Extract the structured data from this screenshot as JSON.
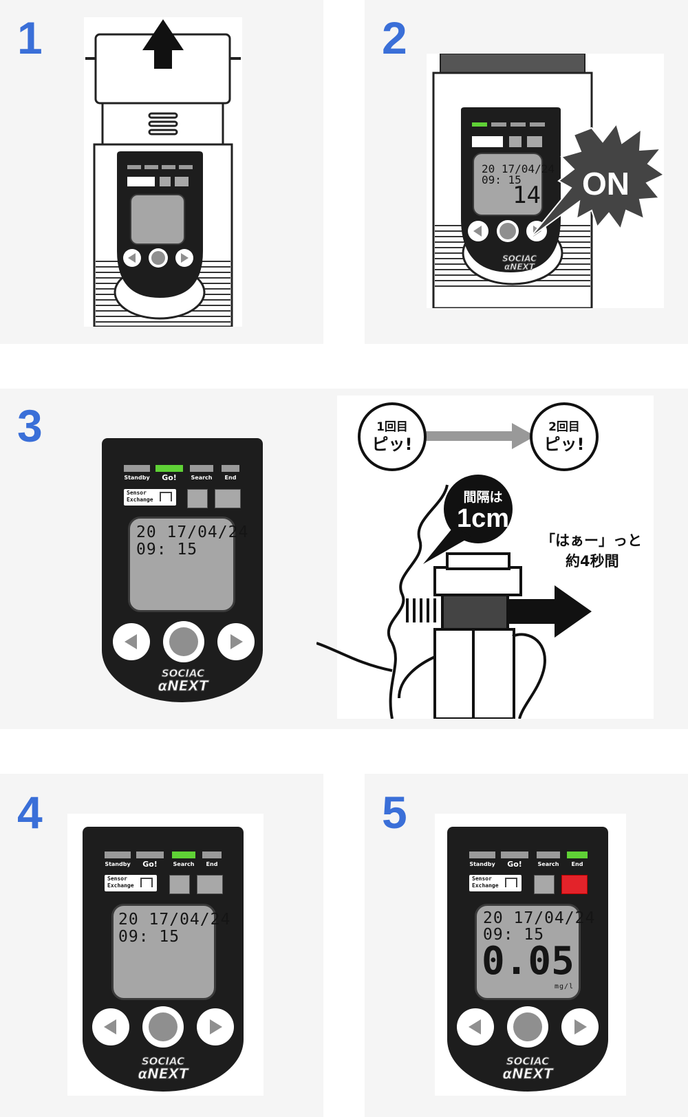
{
  "steps": [
    {
      "number": "1"
    },
    {
      "number": "2"
    },
    {
      "number": "3"
    },
    {
      "number": "4"
    },
    {
      "number": "5"
    }
  ],
  "device": {
    "indicators": [
      "Standby",
      "Go!",
      "Search",
      "End"
    ],
    "sensor_label_line1": "Sensor",
    "sensor_label_line2": "Exchange",
    "date": "20 17/04/24",
    "time": "09: 15",
    "brand_line1": "SOCIAC",
    "brand_line2": "αNEXT"
  },
  "step2": {
    "counter": "14",
    "on_label": "ON"
  },
  "step3": {
    "beep1_line1": "1回目",
    "beep1_line2": "ピッ!",
    "beep2_line1": "2回目",
    "beep2_line2": "ピッ!",
    "distance_line1": "間隔は",
    "distance_line2": "1cm",
    "breath_line1": "「はぁー」っと",
    "breath_line2": "約4秒間"
  },
  "step5": {
    "reading": "0.05",
    "unit": "mg/l"
  },
  "colors": {
    "step_number": "#3a6fd8",
    "go_green": "#5fd136",
    "end_red": "#e3232a"
  }
}
